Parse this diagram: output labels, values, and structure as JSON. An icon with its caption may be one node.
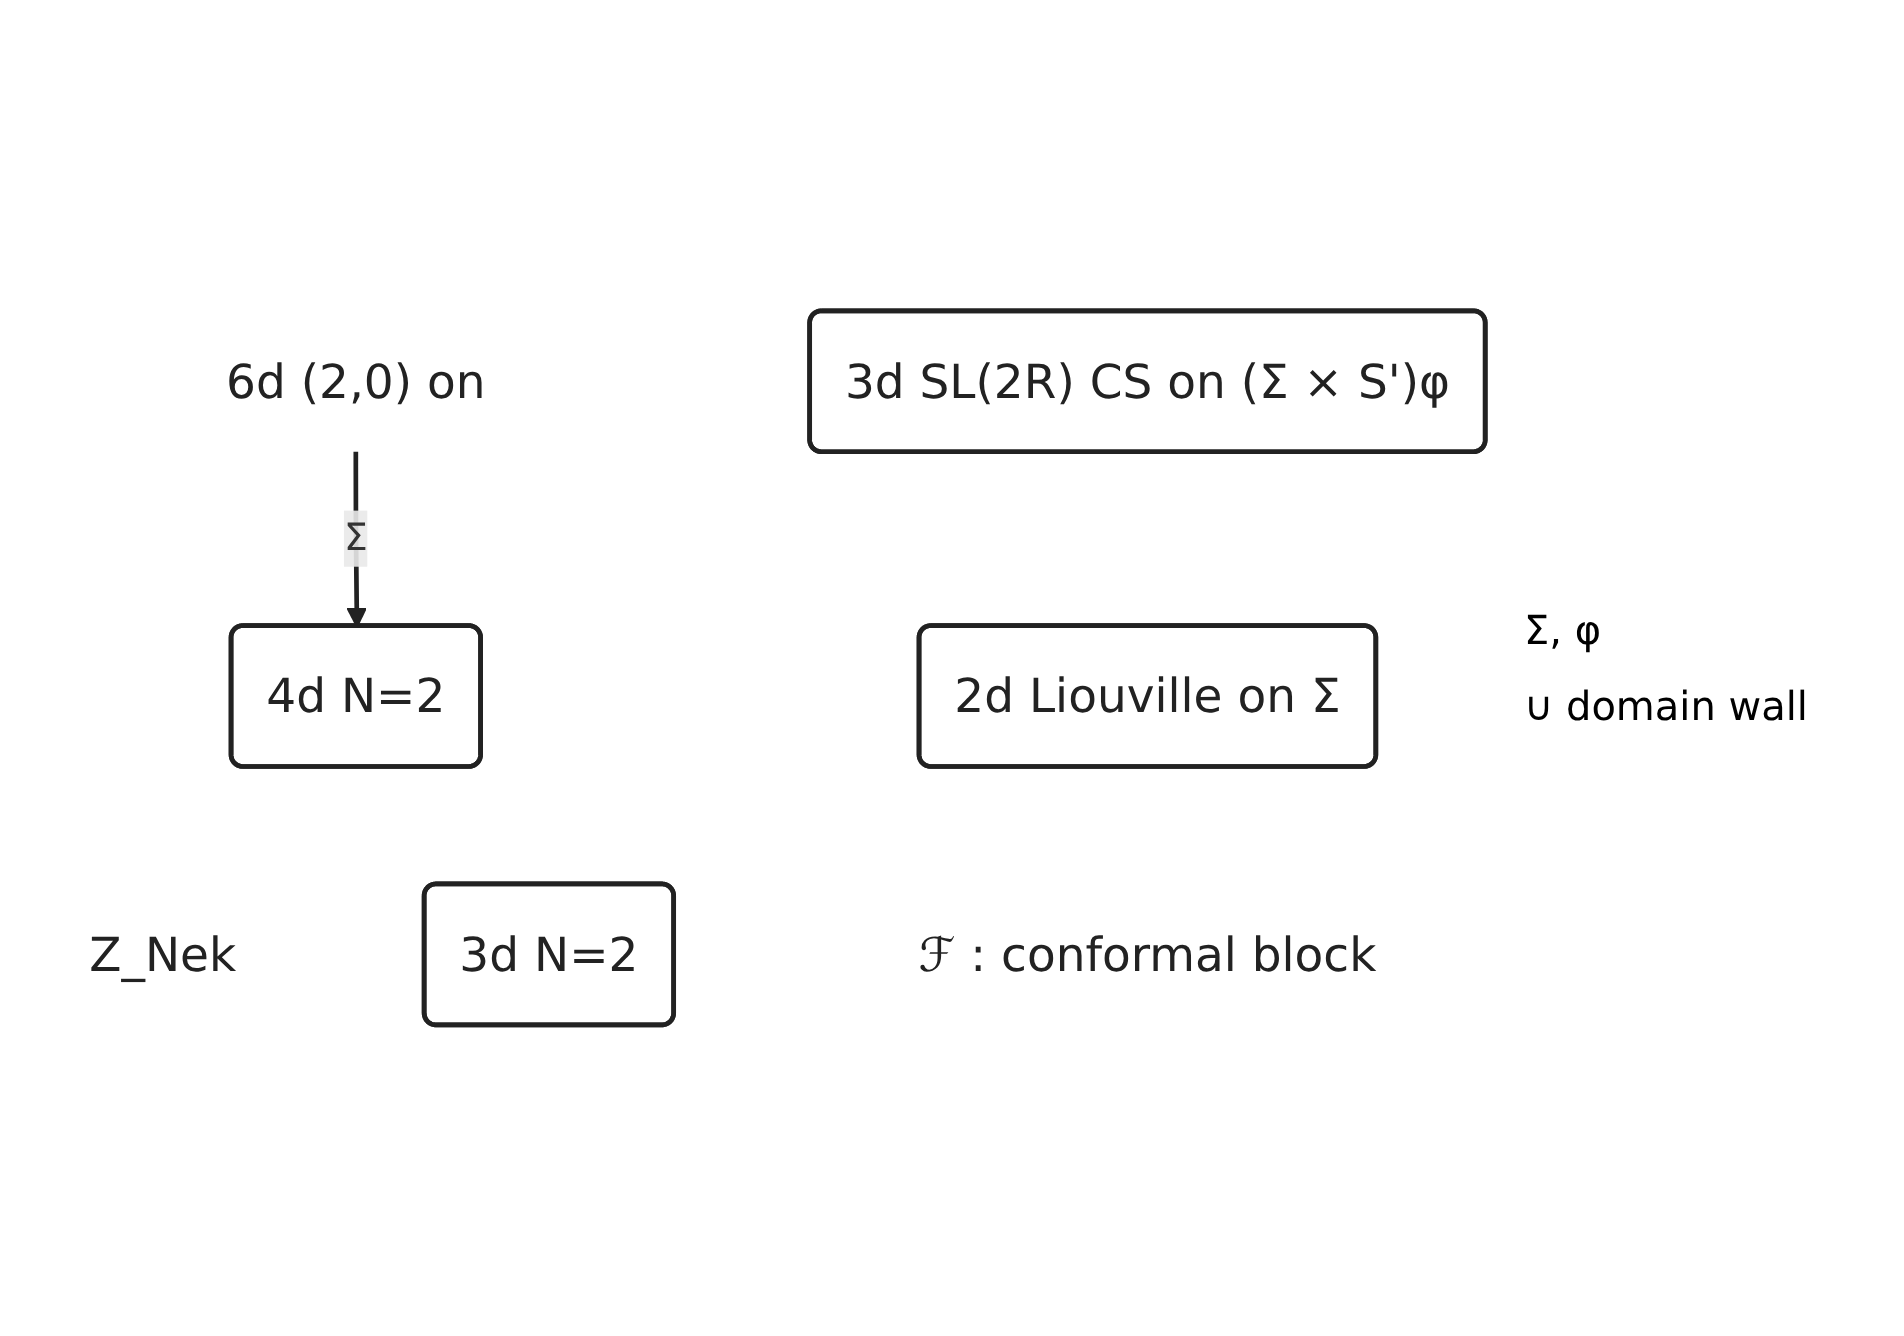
{
  "diagram": {
    "nodes": [
      {
        "text": [
          "6d (2,0) on"
        ]
      },
      {
        "text": [
          "4d N=2"
        ],
        "beside": [
          "Z_Nek"
        ]
      },
      {
        "text": [
          "3d N=2"
        ]
      },
      {
        "text": [
          "3d SL(2R) CS on (Σ × S')φ"
        ]
      },
      {
        "text": [
          "2d Liouville on Σ"
        ],
        "beside": [
          "ℱ : conformal block"
        ]
      }
    ],
    "edges": [
      {
        "from": 0,
        "to": 1,
        "arrow": "to",
        "label": "Σ"
      }
    ],
    "labels": [
      "Σ, φ",
      "∪ domain wall"
    ]
  }
}
